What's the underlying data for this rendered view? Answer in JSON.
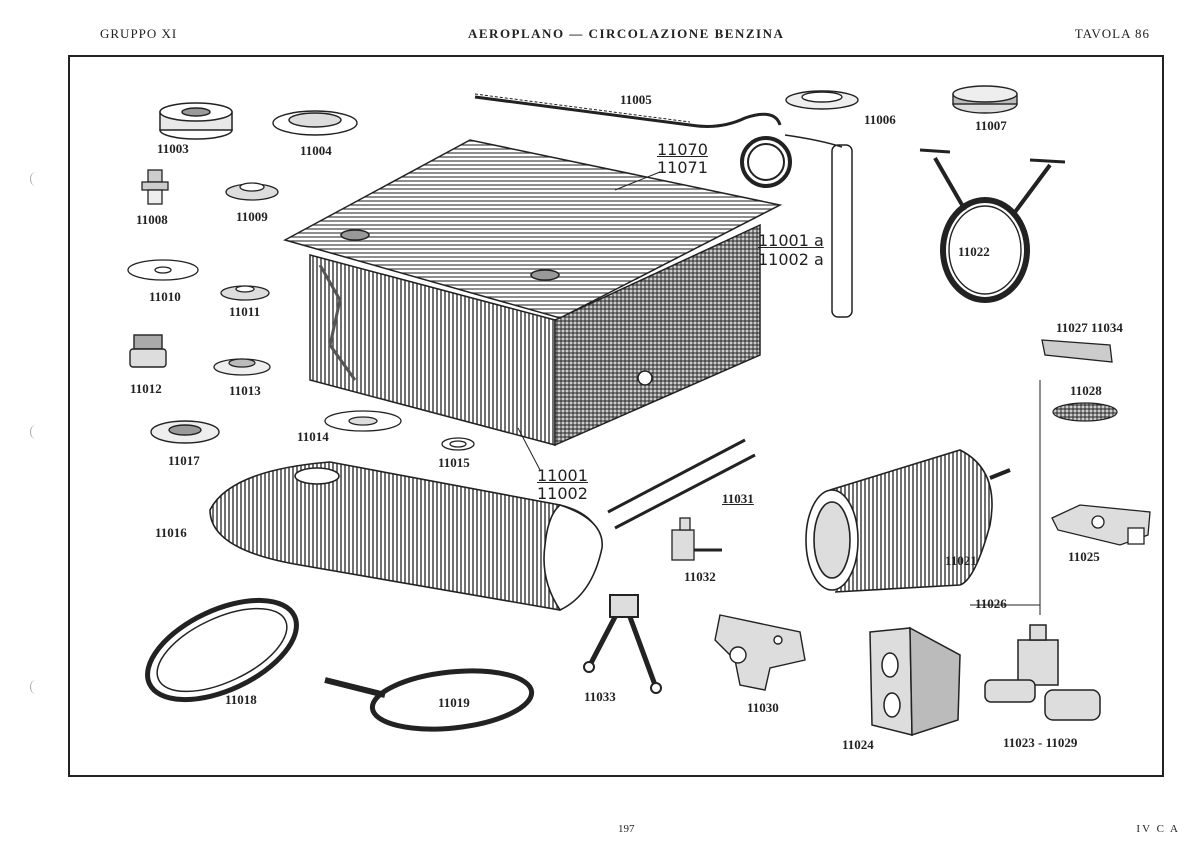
{
  "header": {
    "left": "GRUPPO XI",
    "center": "AEROPLANO — CIRCOLAZIONE BENZINA",
    "right": "TAVOLA 86"
  },
  "footer": {
    "page": "197",
    "code": "IV C A"
  },
  "parts": {
    "p11003": "11003",
    "p11004": "11004",
    "p11005": "11005",
    "p11006": "11006",
    "p11007": "11007",
    "p11008": "11008",
    "p11009": "11009",
    "p11070": "11070",
    "p11071": "11071",
    "p11001a": "11001 a",
    "p11002a": "11002 a",
    "p11022": "11022",
    "p11010": "11010",
    "p11011": "11011",
    "p11012": "11012",
    "p11013": "11013",
    "p11027_11034": "11027 11034",
    "p11028": "11028",
    "p11014": "11014",
    "p11015": "11015",
    "p11017": "11017",
    "p11001": "11001",
    "p11002": "11002",
    "p11031": "11031",
    "p11016": "11016",
    "p11032": "11032",
    "p11021": "11021",
    "p11025": "11025",
    "p11026": "11026",
    "p11018": "11018",
    "p11019": "11019",
    "p11033": "11033",
    "p11030": "11030",
    "p11024": "11024",
    "p11023_11029": "11023 - 11029"
  }
}
